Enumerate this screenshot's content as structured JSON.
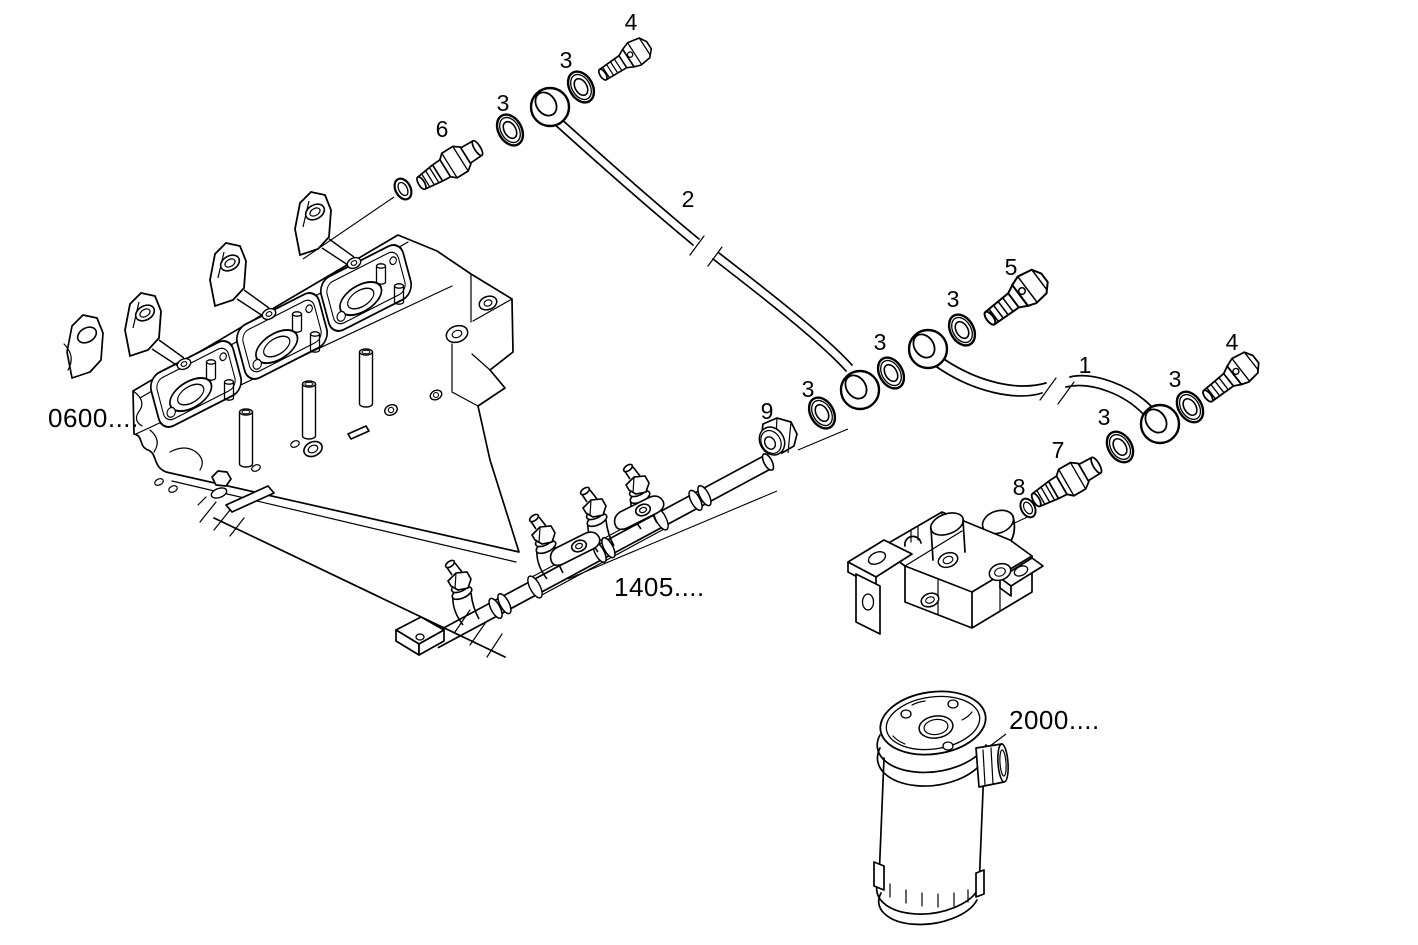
{
  "page": {
    "background": "#ffffff",
    "ink": "#000000"
  },
  "section_refs": {
    "cylinder_head": "0600....",
    "fuel_rail": "1405....",
    "fuel_filter": "2000...."
  },
  "callouts": [
    {
      "target": "banjo-bolt-upper",
      "number": "4"
    },
    {
      "target": "sealing-washer-upper-outer",
      "number": "3"
    },
    {
      "target": "sealing-washer-upper-inner",
      "number": "3"
    },
    {
      "target": "union-fitting-cylinder-head",
      "number": "6"
    },
    {
      "target": "fuel-pipe-upper",
      "number": "2"
    },
    {
      "target": "banjo-bolt-middle",
      "number": "5"
    },
    {
      "target": "sealing-washer-middle-upper",
      "number": "3"
    },
    {
      "target": "sealing-washer-middle-lower",
      "number": "3"
    },
    {
      "target": "sealing-washer-rail-end",
      "number": "3"
    },
    {
      "target": "plug-fitting-rail",
      "number": "9"
    },
    {
      "target": "fuel-pipe-lower",
      "number": "1"
    },
    {
      "target": "banjo-bolt-right",
      "number": "4"
    },
    {
      "target": "sealing-washer-right-outer",
      "number": "3"
    },
    {
      "target": "sealing-washer-right-inner",
      "number": "3"
    },
    {
      "target": "union-fitting-filter-head",
      "number": "7"
    },
    {
      "target": "o-ring-filter-head",
      "number": "8"
    }
  ]
}
